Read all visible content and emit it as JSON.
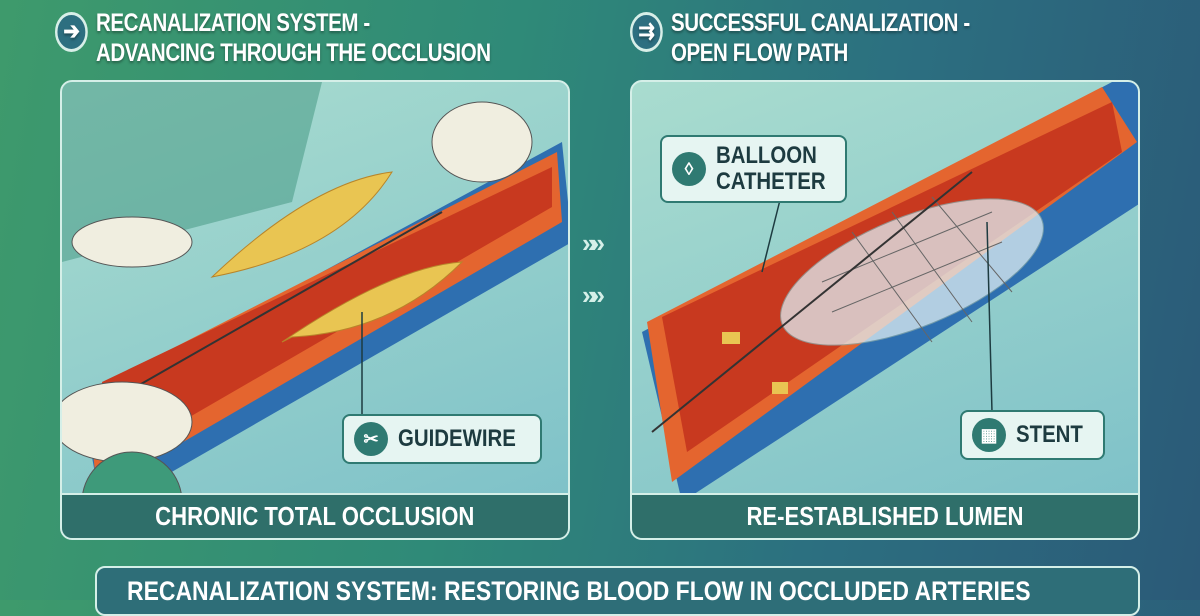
{
  "left": {
    "title_line1": "RECANALIZATION SYSTEM -",
    "title_line2": "ADVANCING THROUGH THE OCCLUSION",
    "icon": "arrow-right-icon",
    "label": "GUIDEWIRE",
    "caption": "CHRONIC TOTAL OCCLUSION"
  },
  "right": {
    "title_line1": "SUCCESSFUL CANALIZATION -",
    "title_line2": "OPEN FLOW PATH",
    "icon": "flow-arrows-icon",
    "label_balloon_1": "BALLOON",
    "label_balloon_2": "CATHETER",
    "label_stent": "STENT",
    "caption": "RE-ESTABLISHED LUMEN"
  },
  "banner": "RECANALIZATION SYSTEM: RESTORING BLOOD FLOW IN OCCLUDED ARTERIES",
  "colors": {
    "artery": "#d8442a",
    "plaque": "#e9c552",
    "vessel_wall": "#2e6fb0",
    "caption_bg": "#2f6f6a"
  }
}
